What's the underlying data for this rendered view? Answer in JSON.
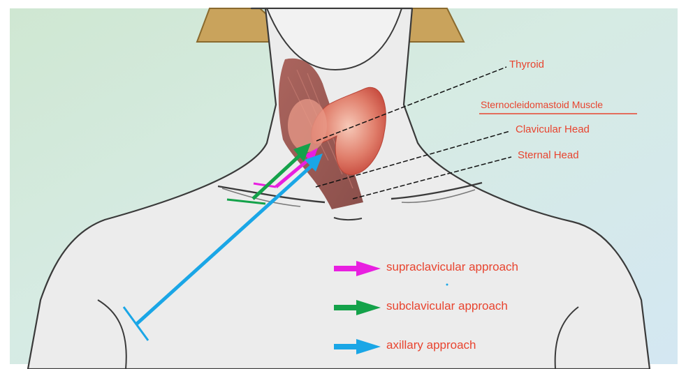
{
  "labels": {
    "thyroid": "Thyroid",
    "scm_title": "Sternocleidomastoid Muscle",
    "clavicular_head": "Clavicular Head",
    "sternal_head": "Sternal Head"
  },
  "legend": [
    {
      "key": "supraclavicular",
      "text": "supraclavicular approach",
      "color": "#e81fe0"
    },
    {
      "key": "subclavicular",
      "text": "subclavicular approach",
      "color": "#14a24a"
    },
    {
      "key": "axillary",
      "text": "axillary approach",
      "color": "#1aa6e6"
    }
  ],
  "colors": {
    "label_text": "#e8442f",
    "underline": "#e8442f",
    "supraclavicular": "#e81fe0",
    "subclavicular": "#14a24a",
    "axillary": "#1aa6e6"
  }
}
